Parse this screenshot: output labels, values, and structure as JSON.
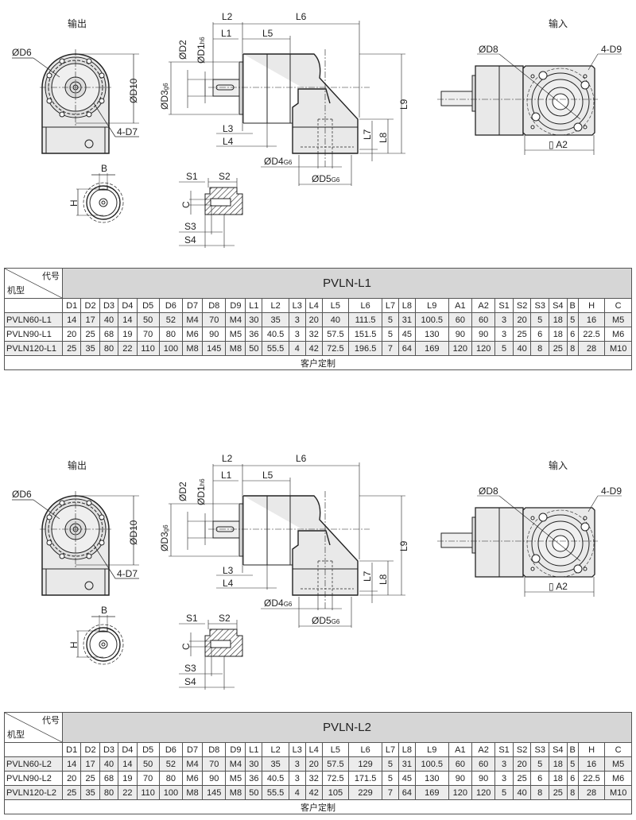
{
  "drawing_labels": {
    "output": "输出",
    "input": "输入",
    "od6": "ØD6",
    "od10": "ØD10",
    "d7": "4-D7",
    "b": "B",
    "h": "H",
    "od2": "ØD2",
    "od1": "ØD1",
    "od1_tol": "h6",
    "od3": "ØD3",
    "od3_tol": "g6",
    "l1": "L1",
    "l2": "L2",
    "l3": "L3",
    "l4": "L4",
    "l5": "L5",
    "l6": "L6",
    "l7": "L7",
    "l8": "L8",
    "l9": "L9",
    "od4": "ØD4",
    "od4_tol": "G6",
    "od5": "ØD5",
    "od5_tol": "G6",
    "s1": "S1",
    "s2": "S2",
    "s3": "S3",
    "s4": "S4",
    "c": "C",
    "od8": "ØD8",
    "d9": "4-D9",
    "a2": "▯ A2"
  },
  "sections": [
    {
      "table": {
        "corner_code": "代号",
        "corner_model": "机型",
        "title": "PVLN-L1",
        "columns": [
          "D1",
          "D2",
          "D3",
          "D4",
          "D5",
          "D6",
          "D7",
          "D8",
          "D9",
          "L1",
          "L2",
          "L3",
          "L4",
          "L5",
          "L6",
          "L7",
          "L8",
          "L9",
          "A1",
          "A2",
          "S1",
          "S2",
          "S3",
          "S4",
          "B",
          "H",
          "C"
        ],
        "rows": [
          {
            "model": "PVLN60-L1",
            "values": [
              "14",
              "17",
              "40",
              "14",
              "50",
              "52",
              "M4",
              "70",
              "M4",
              "30",
              "35",
              "3",
              "20",
              "40",
              "111.5",
              "5",
              "31",
              "100.5",
              "60",
              "60",
              "3",
              "20",
              "5",
              "18",
              "5",
              "16",
              "M5"
            ]
          },
          {
            "model": "PVLN90-L1",
            "values": [
              "20",
              "25",
              "68",
              "19",
              "70",
              "80",
              "M6",
              "90",
              "M5",
              "36",
              "40.5",
              "3",
              "32",
              "57.5",
              "151.5",
              "5",
              "45",
              "130",
              "90",
              "90",
              "3",
              "25",
              "6",
              "18",
              "6",
              "22.5",
              "M6"
            ]
          },
          {
            "model": "PVLN120-L1",
            "values": [
              "25",
              "35",
              "80",
              "22",
              "110",
              "100",
              "M8",
              "145",
              "M8",
              "50",
              "55.5",
              "4",
              "42",
              "72.5",
              "196.5",
              "7",
              "64",
              "169",
              "120",
              "120",
              "5",
              "40",
              "8",
              "25",
              "8",
              "28",
              "M10"
            ]
          }
        ],
        "footer": "客户定制"
      }
    },
    {
      "table": {
        "corner_code": "代号",
        "corner_model": "机型",
        "title": "PVLN-L2",
        "columns": [
          "D1",
          "D2",
          "D3",
          "D4",
          "D5",
          "D6",
          "D7",
          "D8",
          "D9",
          "L1",
          "L2",
          "L3",
          "L4",
          "L5",
          "L6",
          "L7",
          "L8",
          "L9",
          "A1",
          "A2",
          "S1",
          "S2",
          "S3",
          "S4",
          "B",
          "H",
          "C"
        ],
        "rows": [
          {
            "model": "PVLN60-L2",
            "values": [
              "14",
              "17",
              "40",
              "14",
              "50",
              "52",
              "M4",
              "70",
              "M4",
              "30",
              "35",
              "3",
              "20",
              "57.5",
              "129",
              "5",
              "31",
              "100.5",
              "60",
              "60",
              "3",
              "20",
              "5",
              "18",
              "5",
              "16",
              "M5"
            ]
          },
          {
            "model": "PVLN90-L2",
            "values": [
              "20",
              "25",
              "68",
              "19",
              "70",
              "80",
              "M6",
              "90",
              "M5",
              "36",
              "40.5",
              "3",
              "32",
              "72.5",
              "171.5",
              "5",
              "45",
              "130",
              "90",
              "90",
              "3",
              "25",
              "6",
              "18",
              "6",
              "22.5",
              "M6"
            ]
          },
          {
            "model": "PVLN120-L2",
            "values": [
              "25",
              "35",
              "80",
              "22",
              "110",
              "100",
              "M8",
              "145",
              "M8",
              "50",
              "55.5",
              "4",
              "42",
              "105",
              "229",
              "7",
              "64",
              "169",
              "120",
              "120",
              "5",
              "40",
              "8",
              "25",
              "8",
              "28",
              "M10"
            ]
          }
        ],
        "footer": "客户定制"
      }
    }
  ]
}
